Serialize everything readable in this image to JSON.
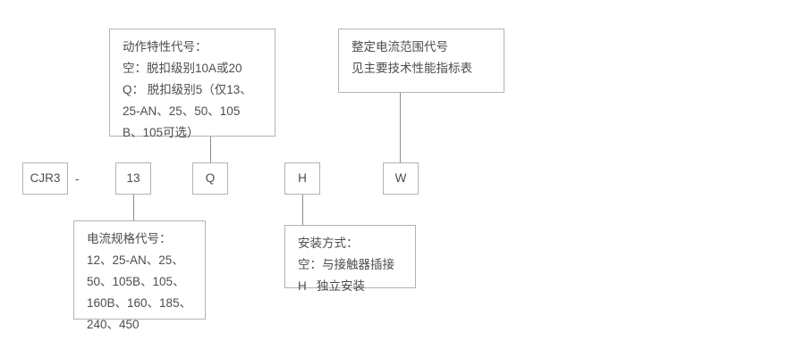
{
  "diagram": {
    "type": "model-code-designation",
    "separator": "-",
    "line_color": "#8c8c8c",
    "border_color": "#b3b3b3",
    "text_color": "#4d4d4d",
    "code_boxes": [
      {
        "id": "series",
        "label": "CJR3"
      },
      {
        "id": "current",
        "label": "13"
      },
      {
        "id": "tripclass",
        "label": "Q"
      },
      {
        "id": "mounting",
        "label": "H"
      },
      {
        "id": "range",
        "label": "W"
      }
    ],
    "notes": [
      {
        "id": "trip-characteristic",
        "text": "动作特性代号：\n空：脱扣级别10A或20\nQ： 脱扣级别5（仅13、\n25-AN、25、50、105\nB、105可选）"
      },
      {
        "id": "setting-current-range",
        "text": "整定电流范围代号\n见主要技术性能指标表"
      },
      {
        "id": "current-rating",
        "text": "电流规格代号：\n12、25-AN、25、\n50、105B、105、\n160B、160、185、\n240、450"
      },
      {
        "id": "mounting-method",
        "text": "安装方式：\n空：与接触器插接\nH   独立安装"
      }
    ]
  }
}
